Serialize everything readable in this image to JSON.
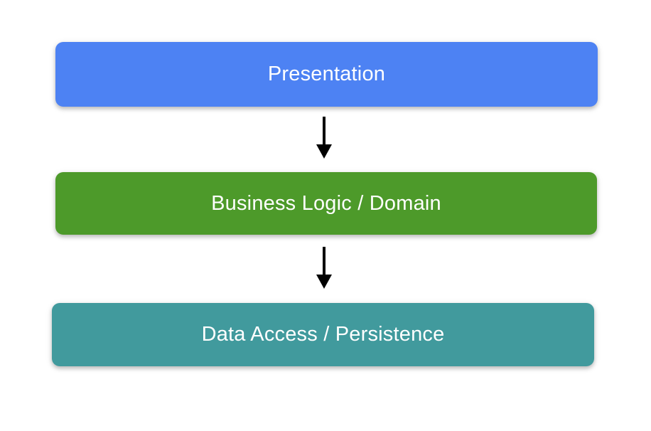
{
  "diagram": {
    "type": "layered-architecture-flow",
    "background_color": "#ffffff",
    "orientation": "top-to-bottom",
    "layers": [
      {
        "id": "presentation",
        "label": "Presentation",
        "color": "#4d82f3",
        "text_color": "#ffffff"
      },
      {
        "id": "business-logic",
        "label": "Business Logic / Domain",
        "color": "#4d9a2a",
        "text_color": "#ffffff"
      },
      {
        "id": "data-access",
        "label": "Data Access / Persistence",
        "color": "#419a9d",
        "text_color": "#ffffff"
      }
    ],
    "connectors": [
      {
        "id": "presentation-to-business",
        "from": "presentation",
        "to": "business-logic",
        "style": "solid-arrow-down",
        "color": "#000000",
        "label": ""
      },
      {
        "id": "business-to-data",
        "from": "business-logic",
        "to": "data-access",
        "style": "solid-arrow-down",
        "color": "#000000",
        "label": ""
      }
    ]
  }
}
